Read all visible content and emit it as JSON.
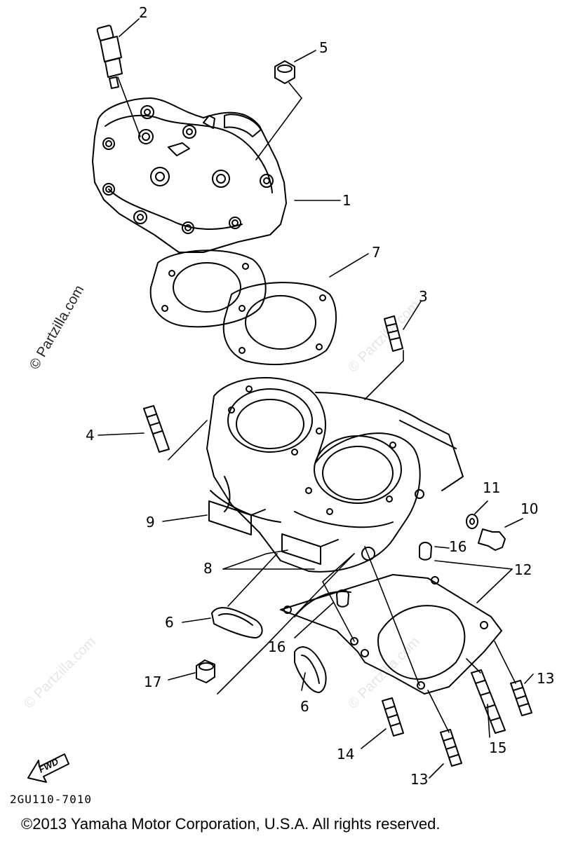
{
  "watermark": {
    "text": "© Partzilla.com"
  },
  "callouts": {
    "c1": "1",
    "c2": "2",
    "c3": "3",
    "c4": "4",
    "c5": "5",
    "c6a": "6",
    "c6b": "6",
    "c7": "7",
    "c8": "8",
    "c9": "9",
    "c10": "10",
    "c11": "11",
    "c12": "12",
    "c13a": "13",
    "c13b": "13",
    "c14": "14",
    "c15": "15",
    "c16a": "16",
    "c16b": "16",
    "c17": "17"
  },
  "fwd_label": "FWD",
  "diagram_code": "2GU110-7010",
  "copyright": "©2013  Yamaha Motor Corporation, U.S.A. All rights reserved."
}
